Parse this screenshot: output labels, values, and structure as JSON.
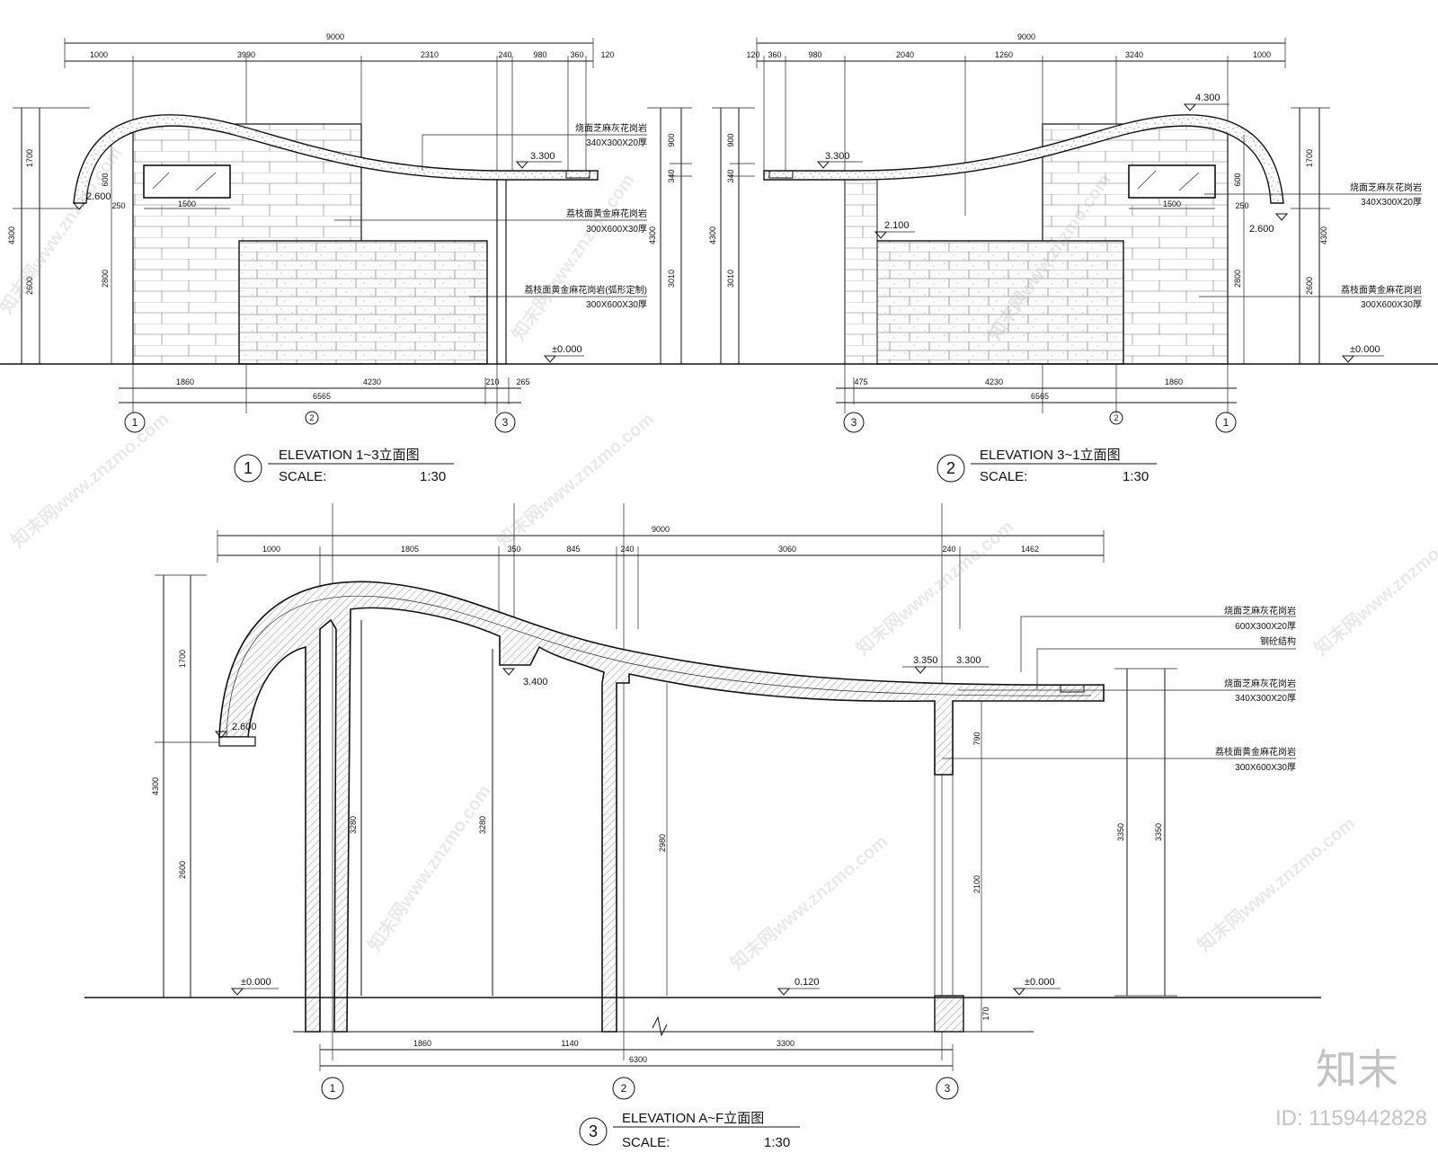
{
  "elevation_1": {
    "title": "ELEVATION   1~3立面图",
    "scale_label": "SCALE:",
    "scale_value": "1:30",
    "badge": "1",
    "top_total": "9000",
    "top_dims": [
      "1000",
      "3990",
      "2310",
      "240",
      "980",
      "360",
      "120"
    ],
    "left_dims": [
      "1700",
      "2600"
    ],
    "left_total": "4300",
    "inner_dims": [
      "600",
      "2800"
    ],
    "window_width": "1500",
    "edge_250": "250",
    "right_dims": [
      "900",
      "340",
      "3010"
    ],
    "right_total": "4300",
    "bottom_dims": [
      "1860",
      "4230",
      "210",
      "265"
    ],
    "bottom_total": "6565",
    "axes": [
      "1",
      "2",
      "3"
    ],
    "levels": {
      "roof_end": "2.600",
      "canopy": "3.300",
      "ground": "±0.000"
    },
    "notes": [
      {
        "line1": "烧面芝麻灰花岗岩",
        "line2": "340X300X20厚"
      },
      {
        "line1": "荔枝面黄金麻花岗岩",
        "line2": "300X600X30厚"
      },
      {
        "line1": "荔枝面黄金麻花岗岩(弧形定制)",
        "line2": "300X600X30厚"
      }
    ]
  },
  "elevation_2": {
    "title": "ELEVATION   3~1立面图",
    "scale_label": "SCALE:",
    "scale_value": "1:30",
    "badge": "2",
    "top_total": "9000",
    "top_dims": [
      "120",
      "360",
      "980",
      "2040",
      "1260",
      "3240",
      "1000"
    ],
    "left_dims": [
      "900",
      "340",
      "3010"
    ],
    "left_total": "4300",
    "right_inner": [
      "600",
      "2800"
    ],
    "window_width": "1500",
    "edge_250": "250",
    "right_dims": [
      "1700",
      "2600"
    ],
    "right_total": "4300",
    "bottom_dims": [
      "475",
      "4230",
      "1860"
    ],
    "bottom_total": "6565",
    "axes": [
      "3",
      "2",
      "1"
    ],
    "levels": {
      "peak": "4.300",
      "canopy": "3.300",
      "wall": "2.100",
      "roof_end": "2.600",
      "ground": "±0.000"
    },
    "notes": [
      {
        "line1": "烧面芝麻灰花岗岩",
        "line2": "340X300X20厚"
      },
      {
        "line1": "荔枝面黄金麻花岗岩",
        "line2": "300X600X30厚"
      }
    ]
  },
  "elevation_3": {
    "title": "ELEVATION   A~F立面图",
    "scale_label": "SCALE:",
    "scale_value": "1:30",
    "badge": "3",
    "top_total": "9000",
    "top_dims": [
      "1000",
      "1805",
      "350",
      "845",
      "240",
      "3060",
      "240",
      "1462"
    ],
    "left_dims": [
      "1700",
      "2600"
    ],
    "left_total": "4300",
    "heights": [
      "3280",
      "3280",
      "2980"
    ],
    "right_vertical": [
      "790",
      "2100",
      "170"
    ],
    "right_totals": [
      "3350",
      "3350"
    ],
    "bottom_dims": [
      "1860",
      "1140",
      "3300"
    ],
    "bottom_total": "6300",
    "axes": [
      "1",
      "2",
      "3"
    ],
    "levels": {
      "roof_end": "2.600",
      "beam": "3.400",
      "top1": "3.350",
      "top2": "3.300",
      "floor": "0.120",
      "ground_left": "±0.000",
      "ground_right": "±0.000"
    },
    "notes": [
      {
        "line1": "烧面芝麻灰花岗岩",
        "line2": "600X300X20厚",
        "line3": "钢砼结构"
      },
      {
        "line1": "烧面芝麻灰花岗岩",
        "line2": "340X300X20厚"
      },
      {
        "line1": "荔枝面黄金麻花岗岩",
        "line2": "300X600X30厚"
      }
    ]
  },
  "watermark": {
    "text": "知末网www.znzmo.com",
    "brand": "知末",
    "id_text": "ID: 1159442828"
  }
}
